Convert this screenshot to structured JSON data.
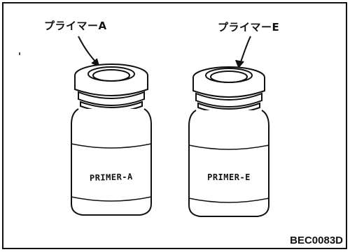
{
  "callouts": {
    "left": "プライマーA",
    "right": "プライマーE"
  },
  "bottles": [
    {
      "label": "PRIMER-A"
    },
    {
      "label": "PRIMER-E"
    }
  ],
  "figure_code": "BEC0083D"
}
